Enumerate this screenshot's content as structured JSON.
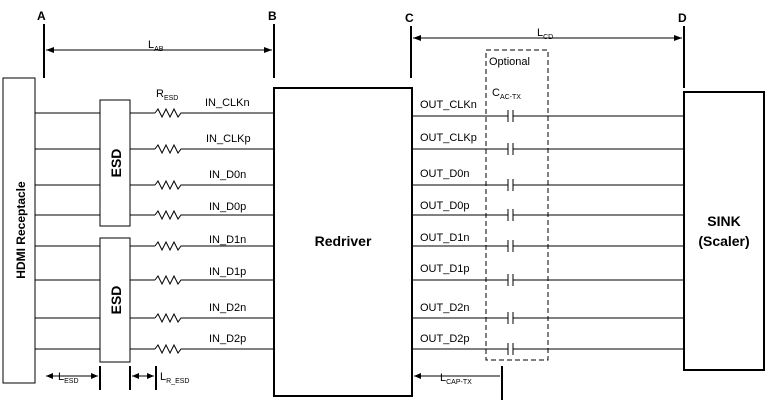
{
  "points": {
    "a": "A",
    "b": "B",
    "c": "C",
    "d": "D"
  },
  "dims": {
    "lab": "LAB",
    "lcd": "LCD",
    "lesd": "LESD",
    "lresd": "LR_ESD",
    "lcaptx": "LCAP-TX"
  },
  "labels": {
    "receptacle": "HDMI Receptacle",
    "esd1": "ESD",
    "esd2": "ESD",
    "resd": "RESD",
    "redriver": "Redriver",
    "optional": "Optional",
    "cactx": "CAC-TX",
    "sink_line1": "SINK",
    "sink_line2": "(Scaler)"
  },
  "in_signals": [
    "IN_CLKn",
    "IN_CLKp",
    "IN_D0n",
    "IN_D0p",
    "IN_D1n",
    "IN_D1p",
    "IN_D2n",
    "IN_D2p"
  ],
  "out_signals": [
    "OUT_CLKn",
    "OUT_CLKp",
    "OUT_D0n",
    "OUT_D0p",
    "OUT_D1n",
    "OUT_D1p",
    "OUT_D2n",
    "OUT_D2p"
  ]
}
